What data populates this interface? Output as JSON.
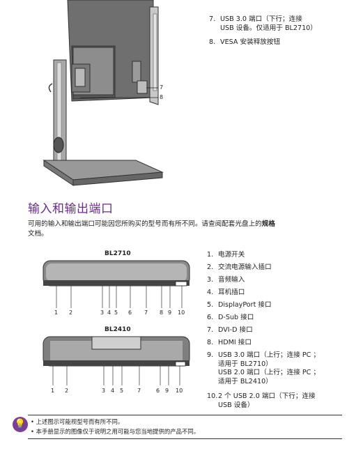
{
  "top_list": [
    {
      "num": "7.",
      "text": "USB 3.0 端口（下行；连接\nUSB 设备。仅适用于 BL2710）"
    },
    {
      "num": "8.",
      "text": "VESA 安装释放按钮"
    }
  ],
  "side_callouts": [
    "7",
    "8"
  ],
  "section": {
    "title": "输入和输出端口",
    "desc_line1": "可用的输入和输出端口可能因您所购买的型号而有所不同。请查阅配套光盘上的",
    "desc_bold": "规格",
    "desc_line2": "文档。"
  },
  "diagrams": [
    {
      "model": "BL2710",
      "callouts": [
        "1",
        "2",
        "3",
        "4",
        "5",
        "6",
        "7",
        "8",
        "9",
        "10"
      ]
    },
    {
      "model": "BL2410",
      "callouts": [
        "1",
        "2",
        "3",
        "4",
        "5",
        "7",
        "6",
        "9",
        "10"
      ]
    }
  ],
  "port_list": [
    {
      "num": "1.",
      "text": "电源开关"
    },
    {
      "num": "2.",
      "text": "交流电源输入插口"
    },
    {
      "num": "3.",
      "text": "音频输入"
    },
    {
      "num": "4.",
      "text": "耳机插口"
    },
    {
      "num": "5.",
      "text": "DisplayPort 接口"
    },
    {
      "num": "6.",
      "text": "D-Sub 接口"
    },
    {
      "num": "7.",
      "text": "DVI-D 接口"
    },
    {
      "num": "8.",
      "text": "HDMI 接口"
    },
    {
      "num": "9.",
      "text": "USB 3.0 端口（上行；连接 PC ；\n适用于 BL2710）\nUSB 2.0 端口（上行；连接 PC ；\n适用于 BL2410）"
    },
    {
      "num": "10.",
      "text": "2 个 USB 2.0 端口（下行；连接\nUSB 设备）"
    }
  ],
  "notes": [
    "• 上述图示可能视型号而有所不同。",
    "• 本手册显示的图像仅于说明之用可能与您当地提供的产品不同。"
  ],
  "colors": {
    "accent": "#7b3f98",
    "heading": "#6a2b8e"
  }
}
